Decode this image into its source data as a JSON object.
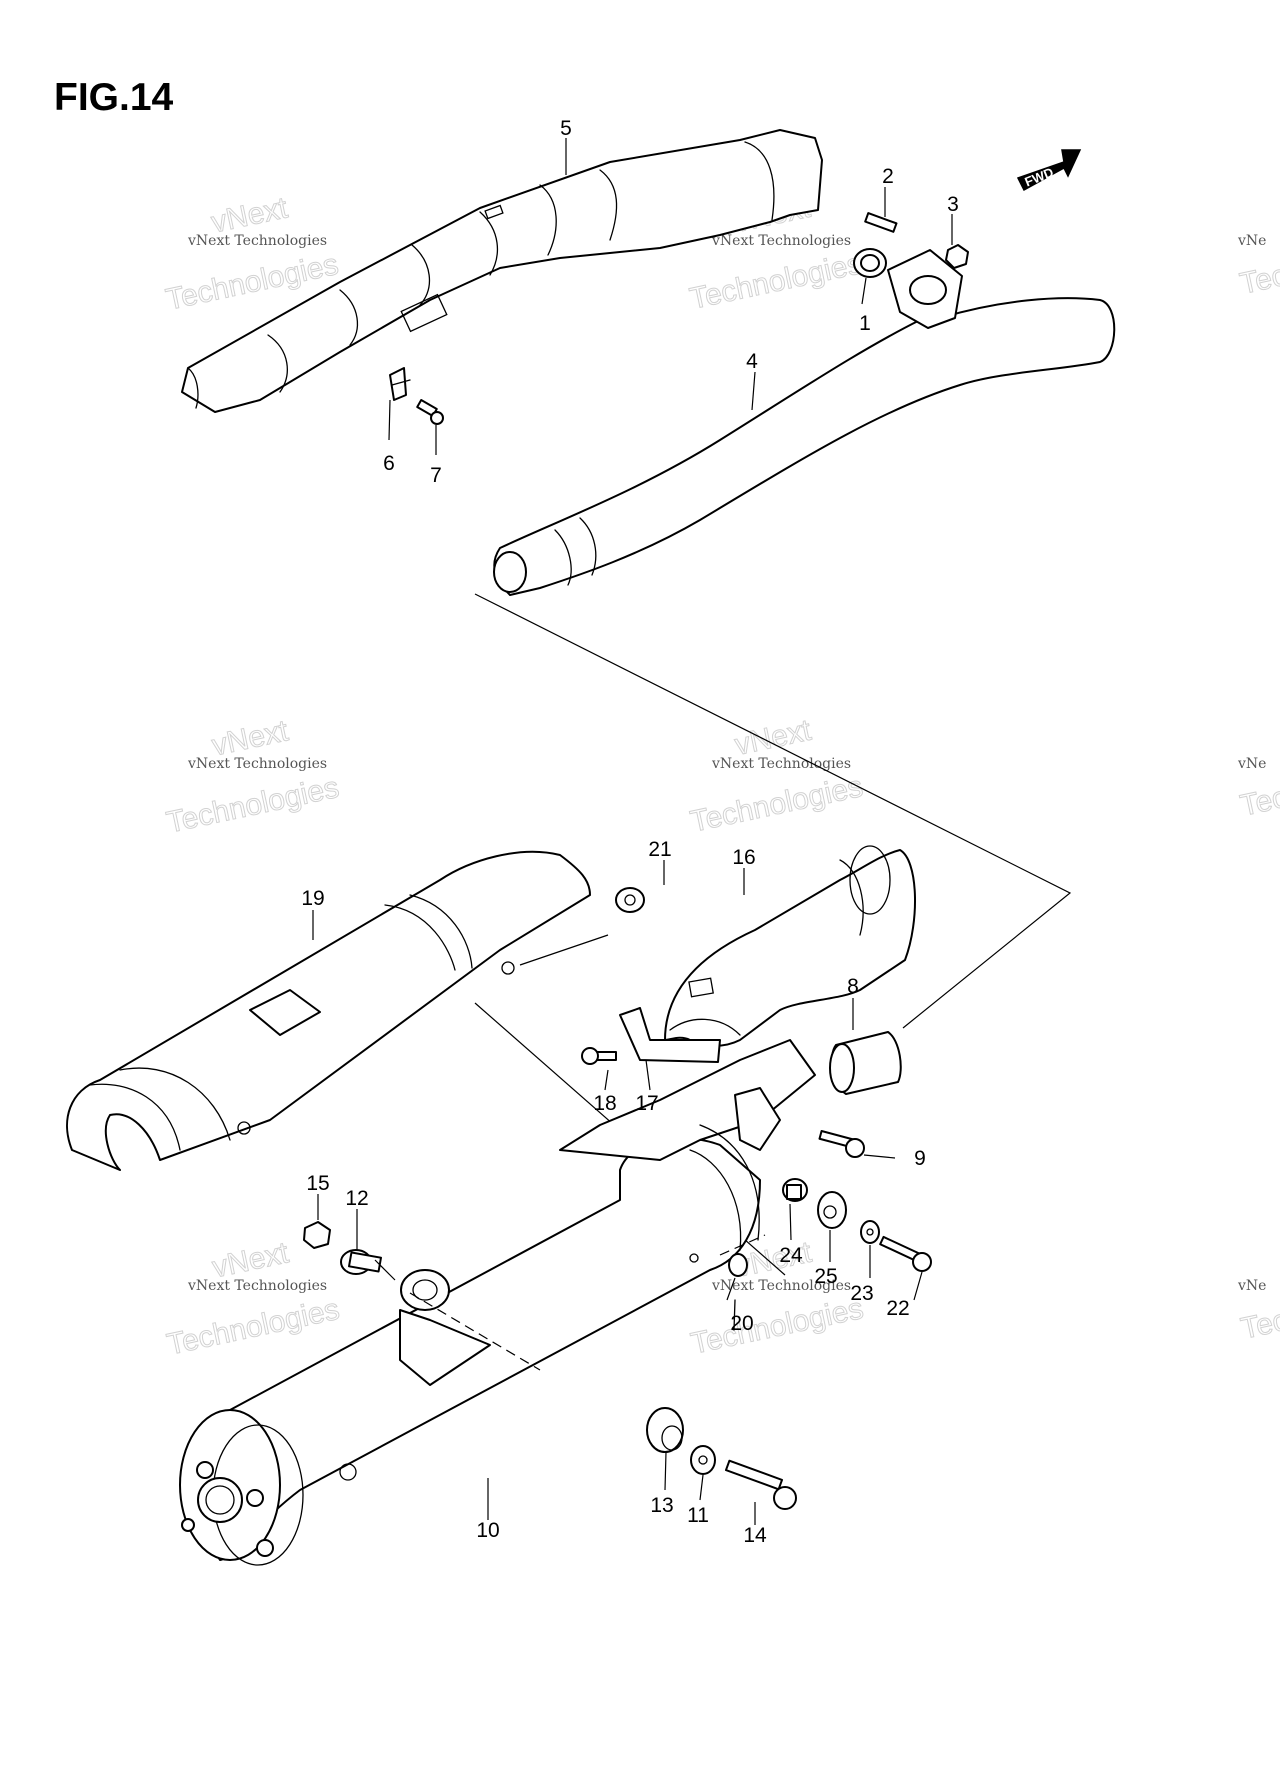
{
  "figure": {
    "title": "FIG.14",
    "forward_label": "FWD"
  },
  "watermark": {
    "line1": "vNext",
    "line2": "vNext Technologies",
    "line3": "Technologies",
    "edge_line1": "vNe",
    "edge_line2": "Tec"
  },
  "callouts": [
    "1",
    "2",
    "3",
    "4",
    "5",
    "6",
    "7",
    "8",
    "9",
    "10",
    "11",
    "12",
    "13",
    "14",
    "15",
    "16",
    "17",
    "18",
    "19",
    "20",
    "21",
    "22",
    "23",
    "24",
    "25"
  ]
}
